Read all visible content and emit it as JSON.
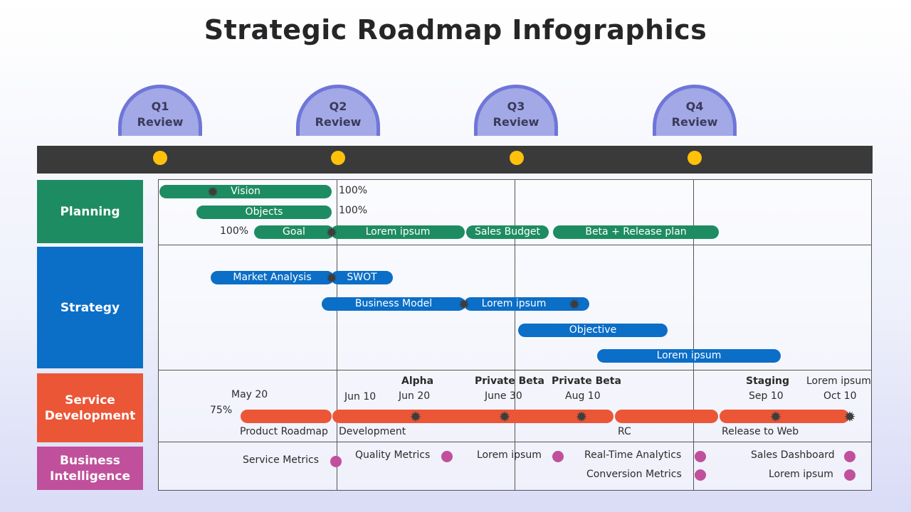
{
  "title": "Strategic Roadmap Infographics",
  "quarters": [
    {
      "label": "Q1",
      "sub": "Review"
    },
    {
      "label": "Q2",
      "sub": "Review"
    },
    {
      "label": "Q3",
      "sub": "Review"
    },
    {
      "label": "Q4",
      "sub": "Review"
    }
  ],
  "colors": {
    "planning": "#1e8c62",
    "strategy": "#0b6ec7",
    "service": "#eb5637",
    "bi": "#c0509b",
    "milestone": "#ffc10a",
    "timeline": "#3a3a3a"
  },
  "categories": {
    "planning": "Planning",
    "strategy": "Strategy",
    "service": "Service Development",
    "bi": "Business Intelligence"
  },
  "planning": {
    "vision": "Vision",
    "vision_pct": "100%",
    "objects": "Objects",
    "objects_pct": "100%",
    "goal_pct": "100%",
    "goal": "Goal",
    "lorem": "Lorem ipsum",
    "sales_budget": "Sales Budget",
    "beta_release": "Beta + Release plan"
  },
  "strategy": {
    "market_analysis": "Market Analysis",
    "swot": "SWOT",
    "business_model": "Business Model",
    "lorem1": "Lorem ipsum",
    "objective": "Objective",
    "lorem2": "Lorem ipsum"
  },
  "service": {
    "pct": "75%",
    "may20": "May 20",
    "jun10": "Jun 10",
    "alpha": "Alpha",
    "alpha_date": "Jun 20",
    "pbeta1": "Private Beta",
    "pbeta1_date": "June 30",
    "pbeta2": "Private Beta",
    "pbeta2_date": "Aug 10",
    "staging": "Staging",
    "staging_date": "Sep 10",
    "lorem": "Lorem ipsum",
    "lorem_date": "Oct 10",
    "product_roadmap": "Product Roadmap",
    "development": "Development",
    "rc": "RC",
    "release_web": "Release to Web"
  },
  "bi": {
    "service_metrics": "Service Metrics",
    "quality_metrics": "Quality Metrics",
    "lorem1": "Lorem ipsum",
    "realtime": "Real-Time Analytics",
    "sales_dashboard": "Sales Dashboard",
    "conversion": "Conversion Metrics",
    "lorem2": "Lorem ipsum"
  }
}
